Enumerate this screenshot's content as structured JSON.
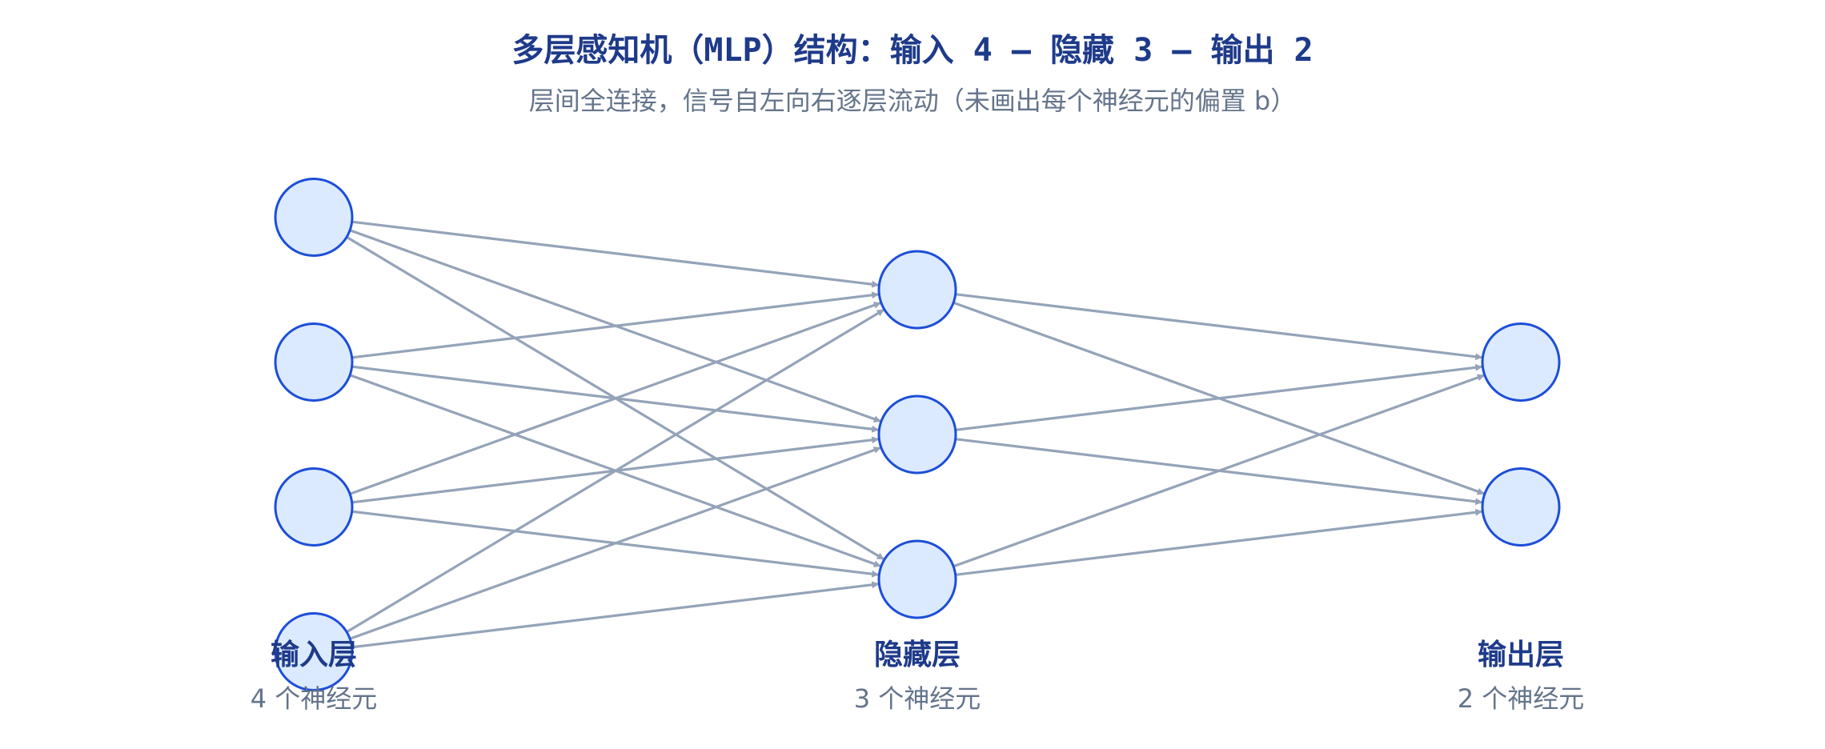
{
  "diagram": {
    "title": "多层感知机（MLP）结构：输入 4 – 隐藏 3 – 输出 2",
    "subtitle": "层间全连接，信号自左向右逐层流动（未画出每个神经元的偏置 b）",
    "colors": {
      "title": "#1e3a8a",
      "subtitle": "#64748b",
      "edge": "#94a3b8",
      "node_fill": "#dbeafe",
      "node_stroke": "#1d4ed8"
    },
    "layers": [
      {
        "name": "输入层",
        "count_label": "4  个神经元",
        "neurons": 4
      },
      {
        "name": "隐藏层",
        "count_label": "3  个神经元",
        "neurons": 3
      },
      {
        "name": "输出层",
        "count_label": "2  个神经元",
        "neurons": 2
      }
    ]
  }
}
